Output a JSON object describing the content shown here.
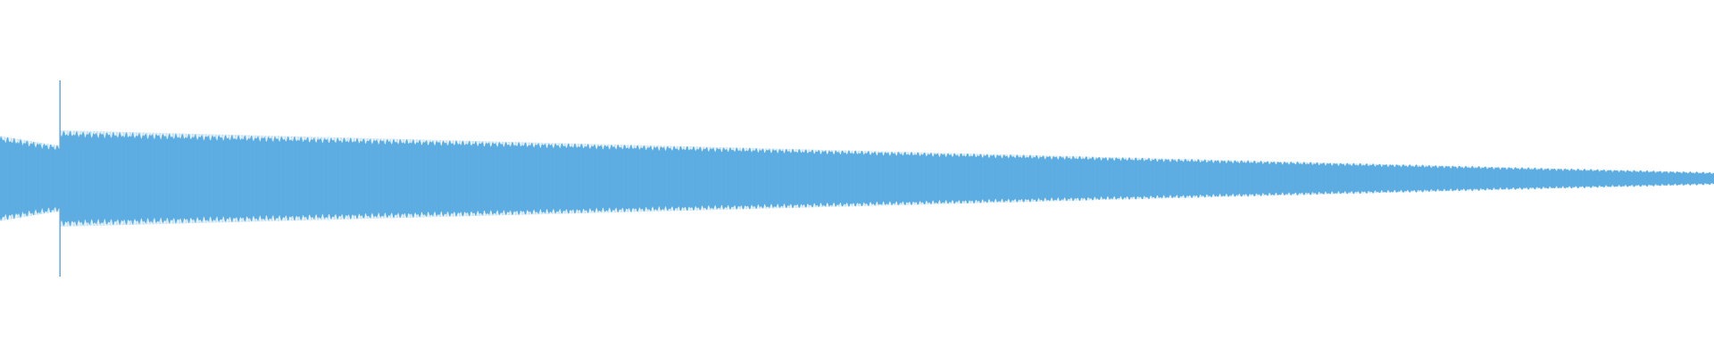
{
  "waveform": {
    "color": "#5dade2",
    "background": "#ffffff",
    "segments": [
      {
        "start": 0.0,
        "end": 0.035,
        "amp_start": 0.22,
        "amp_end": 0.17,
        "ripple": 0.035
      },
      {
        "start": 0.035,
        "end": 1.0,
        "amp_start": 0.25,
        "amp_end": 0.03,
        "ripple": 0.03
      }
    ],
    "transient": {
      "position": 0.035,
      "amplitude": 0.5
    },
    "cycles": 1400
  }
}
